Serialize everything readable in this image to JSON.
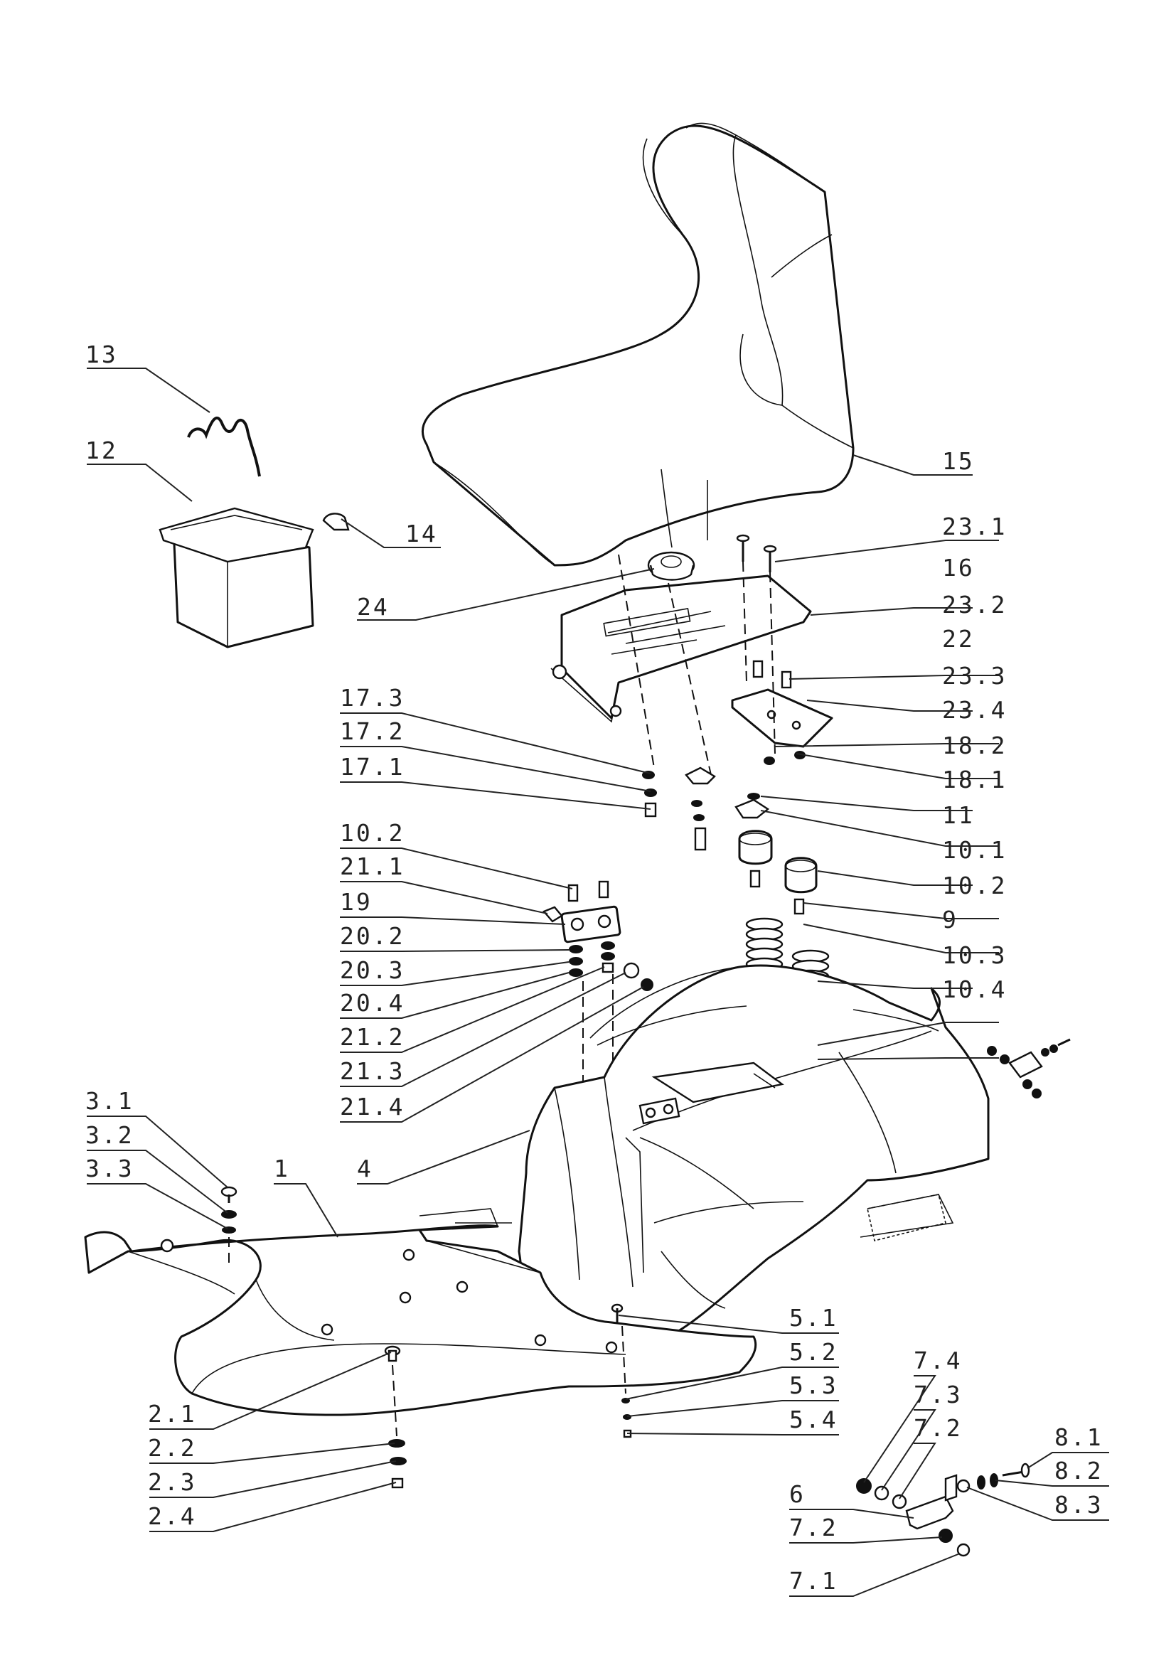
{
  "diagram": {
    "labels": {
      "p1": "1",
      "p2_1": "2.1",
      "p2_2": "2.2",
      "p2_3": "2.3",
      "p2_4": "2.4",
      "p3_1": "3.1",
      "p3_2": "3.2",
      "p3_3": "3.3",
      "p4": "4",
      "p5_1": "5.1",
      "p5_2": "5.2",
      "p5_3": "5.3",
      "p5_4": "5.4",
      "p6": "6",
      "p7_1": "7.1",
      "p7_2a": "7.2",
      "p7_2b": "7.2",
      "p7_3": "7.3",
      "p7_4": "7.4",
      "p8_1": "8.1",
      "p8_2": "8.2",
      "p8_3": "8.3",
      "p9": "9",
      "p10_1": "10.1",
      "p10_2a": "10.2",
      "p10_2b": "10.2",
      "p10_3": "10.3",
      "p10_4": "10.4",
      "p11": "11",
      "p12": "12",
      "p13": "13",
      "p14": "14",
      "p15": "15",
      "p16": "16",
      "p17_1": "17.1",
      "p17_2": "17.2",
      "p17_3": "17.3",
      "p18_1": "18.1",
      "p18_2": "18.2",
      "p19": "19",
      "p20_2": "20.2",
      "p20_3": "20.3",
      "p20_4": "20.4",
      "p21_1": "21.1",
      "p21_2": "21.2",
      "p21_3": "21.3",
      "p21_4": "21.4",
      "p22": "22",
      "p23_1": "23.1",
      "p23_2": "23.2",
      "p23_3": "23.3",
      "p23_4": "23.4",
      "p24": "24"
    }
  }
}
